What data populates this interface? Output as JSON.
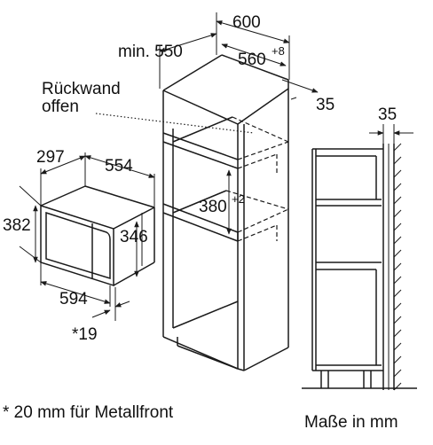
{
  "labels": {
    "dim_600": "600",
    "dim_min550": "min. 550",
    "dim_560": "560",
    "dim_560_tol": "+8",
    "dim_35_right": "35",
    "rueckwand_line1": "Rückwand",
    "rueckwand_line2": "offen",
    "dim_380": "380",
    "dim_380_tol": "+2",
    "dim_35_side": "35",
    "dim_297": "297",
    "dim_554": "554",
    "dim_382": "382",
    "dim_346": "346",
    "dim_594": "594",
    "dim_19": "*19"
  },
  "footer": {
    "note": "* 20 mm für Metallfront",
    "units": "Maße in mm"
  },
  "colors": {
    "line": "#1a1a1a",
    "background": "#ffffff"
  }
}
